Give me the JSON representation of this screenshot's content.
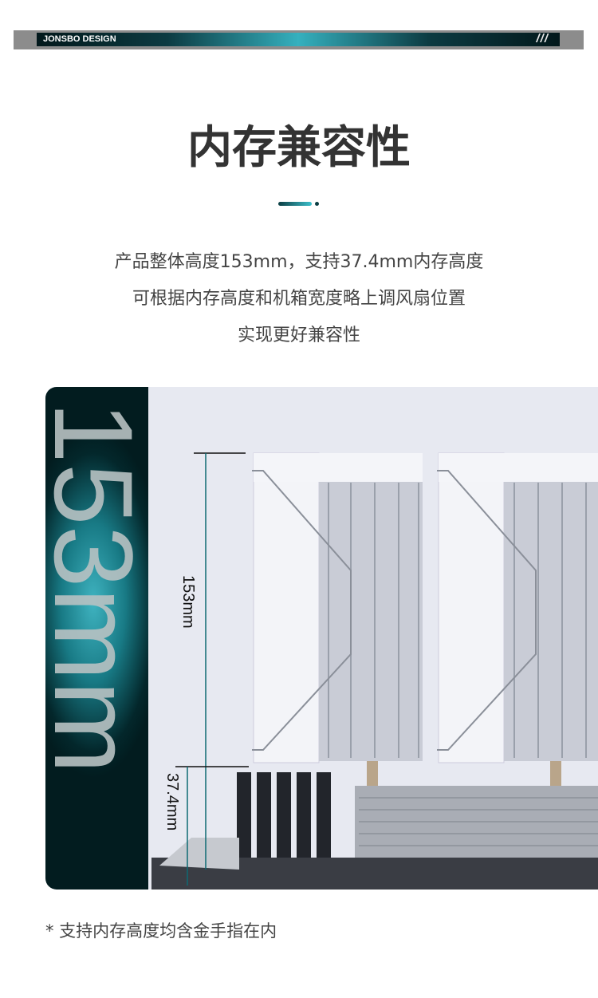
{
  "header": {
    "brand": "JONSBO DESIGN",
    "slashes": "///"
  },
  "title": "内存兼容性",
  "description": [
    "产品整体高度153mm，支持37.4mm内存高度",
    "可根据内存高度和机箱宽度略上调风扇位置",
    "实现更好兼容性"
  ],
  "figure": {
    "big_label": "153mm",
    "height_label": "153mm",
    "ram_label": "37.4mm"
  },
  "footnote": "* 支持内存高度均含金手指在内",
  "colors": {
    "accent": "#35b0be",
    "dark": "#02181b"
  }
}
